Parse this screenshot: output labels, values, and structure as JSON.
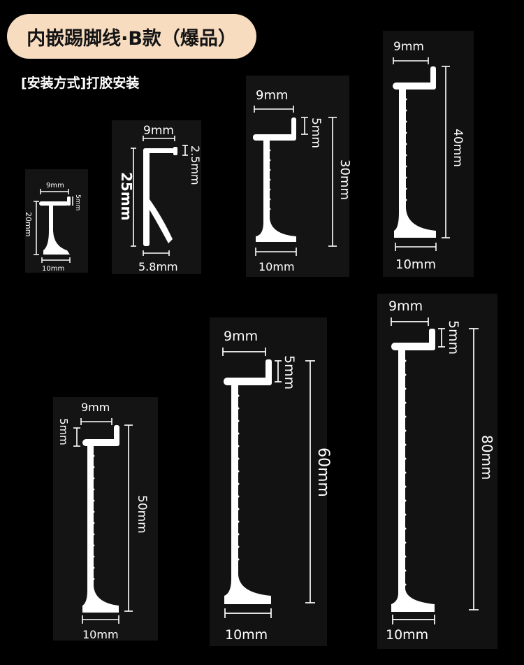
{
  "title": "内嵌踢脚线·B款（爆品）",
  "subtitle": "[安装方式]打胶安装",
  "profiles": [
    {
      "id": "20",
      "height_label": "20mm",
      "top_label": "9mm",
      "lip_label": "5mm",
      "base_label": "10mm"
    },
    {
      "id": "25",
      "height_label": "25mm",
      "top_label": "9mm",
      "lip_label": "2.5mm",
      "base_label": "5.8mm"
    },
    {
      "id": "30",
      "height_label": "30mm",
      "top_label": "9mm",
      "lip_label": "5mm",
      "base_label": "10mm"
    },
    {
      "id": "40",
      "height_label": "40mm",
      "top_label": "9mm",
      "base_label": "10mm"
    },
    {
      "id": "50",
      "height_label": "50mm",
      "top_label": "9mm",
      "lip_label": "5mm",
      "base_label": "10mm"
    },
    {
      "id": "60",
      "height_label": "60mm",
      "top_label": "9mm",
      "lip_label": "5mm",
      "base_label": "10mm"
    },
    {
      "id": "80",
      "height_label": "80mm",
      "top_label": "9mm",
      "lip_label": "5mm",
      "base_label": "10mm"
    }
  ]
}
